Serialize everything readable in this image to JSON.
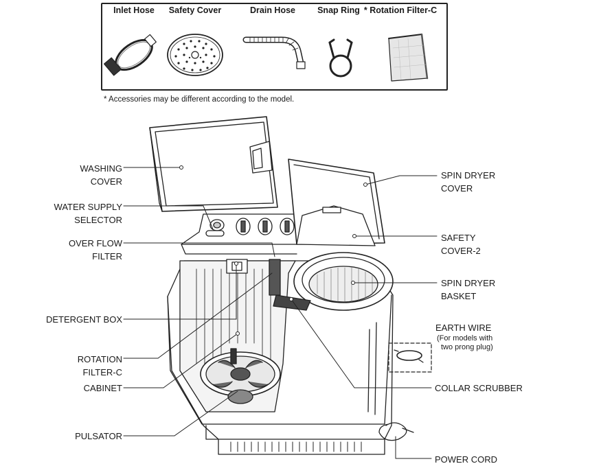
{
  "accessories": {
    "items": [
      {
        "key": "inlet",
        "label": "Inlet Hose"
      },
      {
        "key": "safety",
        "label": "Safety Cover"
      },
      {
        "key": "drain",
        "label": "Drain Hose"
      },
      {
        "key": "snap",
        "label": "Snap Ring"
      },
      {
        "key": "filter",
        "label": "* Rotation Filter-C"
      }
    ],
    "note": "* Accessories may be different according to the model."
  },
  "labels": {
    "washing_cover": [
      "WASHING",
      "COVER"
    ],
    "water_supply_selector": [
      "WATER SUPPLY",
      "SELECTOR"
    ],
    "over_flow_filter": [
      "OVER FLOW",
      "FILTER"
    ],
    "detergent_box": [
      "DETERGENT BOX"
    ],
    "rotation_filter_c": [
      "ROTATION",
      "FILTER-C"
    ],
    "cabinet": [
      "CABINET"
    ],
    "pulsator": [
      "PULSATOR"
    ],
    "spin_dryer_cover": [
      "SPIN DRYER",
      "COVER"
    ],
    "safety_cover_2": [
      "SAFETY",
      "COVER-2"
    ],
    "spin_dryer_basket": [
      "SPIN DRYER",
      "BASKET"
    ],
    "earth_wire": [
      "EARTH WIRE",
      "(For models with",
      "two prong plug)"
    ],
    "collar_scrubber": [
      "COLLAR SCRUBBER"
    ],
    "power_cord": [
      "POWER CORD"
    ]
  }
}
